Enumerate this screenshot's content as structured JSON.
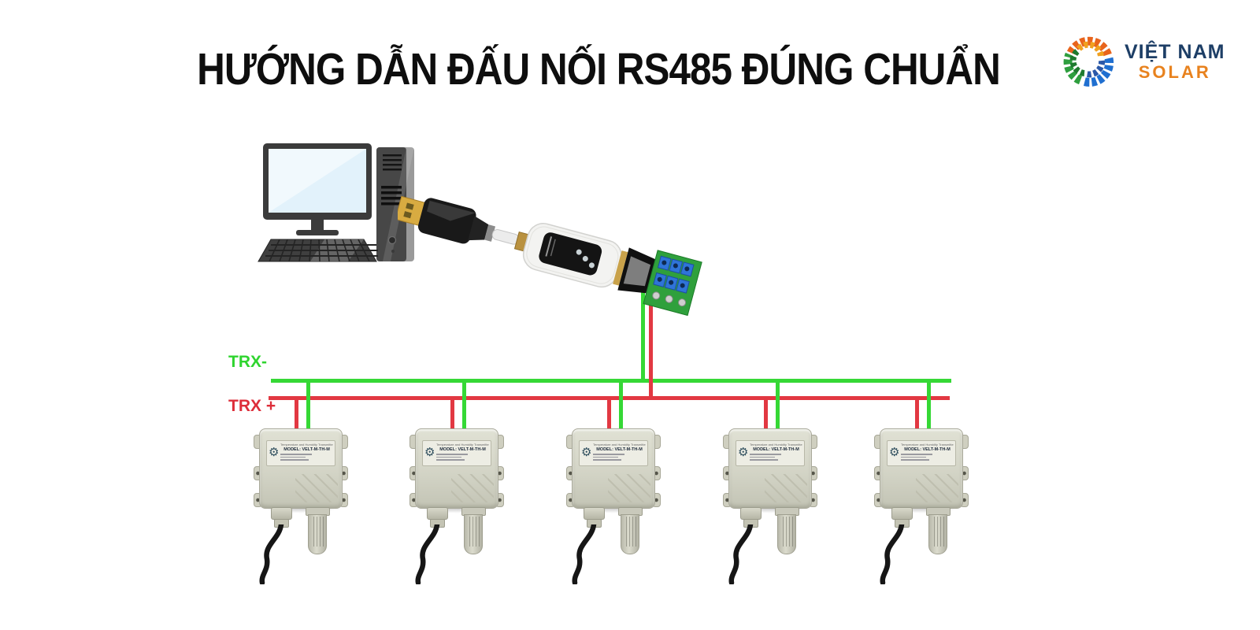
{
  "title": {
    "text": "HƯỚNG DẪN ĐẤU NỐI RS485 ĐÚNG CHUẨN"
  },
  "logo": {
    "name": "VIỆT NAM",
    "brand": "SOLAR",
    "name_color": "#1d3e66",
    "brand_color": "#e8821e",
    "globe_colors": {
      "orange": "#e8641c",
      "yellow": "#f0a01e",
      "green": "#2e9e3e",
      "blue": "#1f6fd0"
    }
  },
  "bus": {
    "trx_minus_label": "TRX-",
    "trx_plus_label": "TRX +",
    "green_color": "#35d835",
    "red_color": "#e23842"
  },
  "devices": {
    "count": 5,
    "label_title": "Temperature and Humidity Transmitter",
    "label_model": "MODEL: VELT-M-TH-M"
  }
}
